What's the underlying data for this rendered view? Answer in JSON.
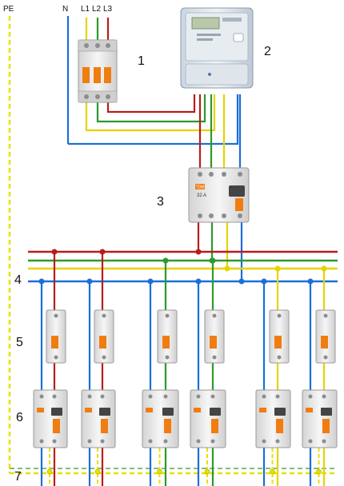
{
  "labels": {
    "pe": "PE",
    "n": "N",
    "l1": "L1",
    "l2": "L2",
    "l3": "L3"
  },
  "markers": {
    "m1": "1",
    "m2": "2",
    "m3": "3",
    "m4": "4",
    "m5": "5",
    "m6": "6",
    "m7": "7"
  },
  "device_text": {
    "rcd_rating": "32 A",
    "rcd_logo": "TDM"
  },
  "colors": {
    "pe": "#e8e000",
    "n": "#1a6fd8",
    "l1": "#b81d1d",
    "l2": "#2c9a2c",
    "l3": "#e6d400",
    "breaker_orange": "#f07d10"
  }
}
